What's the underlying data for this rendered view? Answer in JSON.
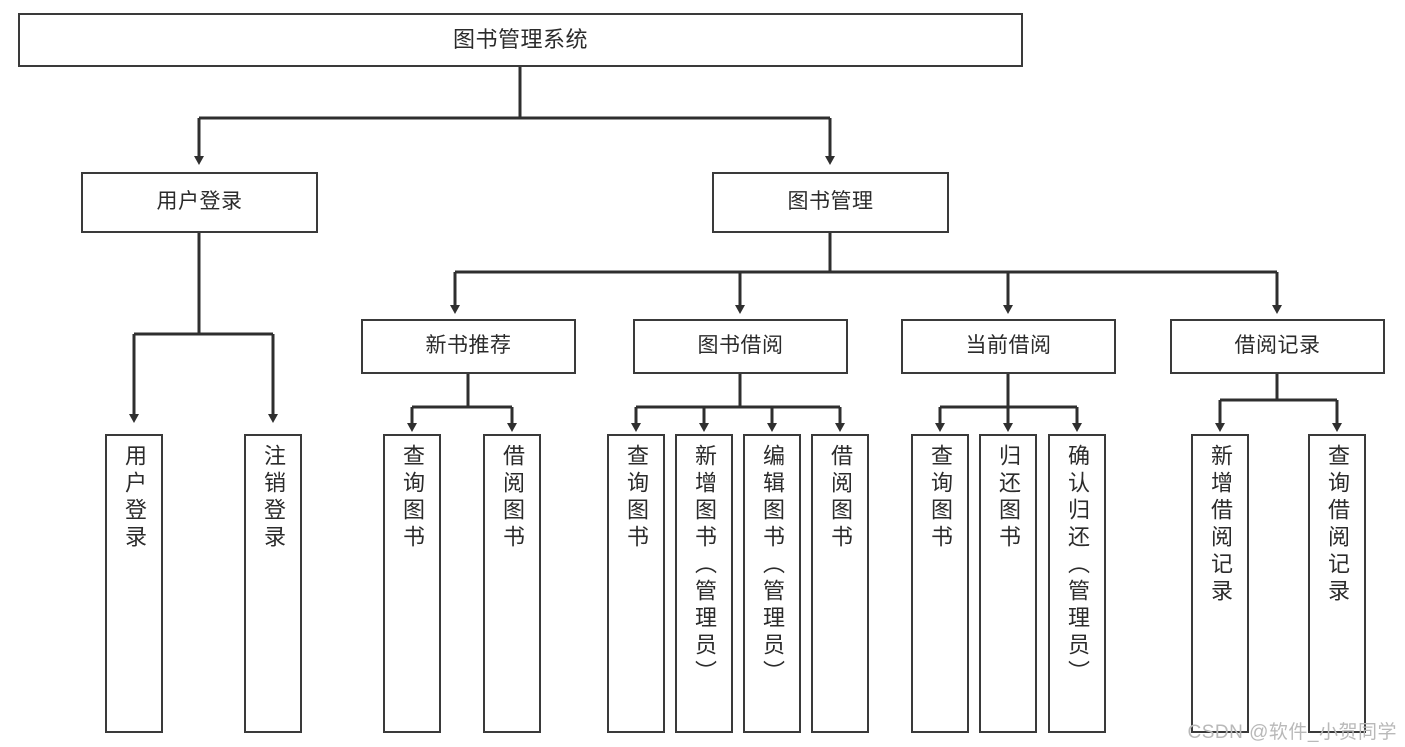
{
  "diagram": {
    "title": "图书管理系统",
    "type": "function-hierarchy-tree",
    "watermark": "CSDN @软件_小贺同学",
    "colors": {
      "background": "#ffffff",
      "box_border": "#3a3a3a",
      "box_fill": "#ffffff",
      "text": "#2b2b2b",
      "connector": "#2f2f2f",
      "watermark": "#b9b9b9"
    },
    "nodes": {
      "root": {
        "label": "图书管理系统"
      },
      "level2": [
        {
          "id": "user-login",
          "label": "用户登录"
        },
        {
          "id": "book-manage",
          "label": "图书管理"
        }
      ],
      "level3": [
        {
          "id": "new-book-recommend",
          "label": "新书推荐"
        },
        {
          "id": "book-borrow",
          "label": "图书借阅"
        },
        {
          "id": "current-borrow",
          "label": "当前借阅"
        },
        {
          "id": "borrow-record",
          "label": "借阅记录"
        }
      ],
      "leaves": {
        "user_login": [
          {
            "id": "leaf-user-login",
            "label": "用户登录"
          },
          {
            "id": "leaf-logout-login",
            "label": "注销登录"
          }
        ],
        "new_book_recommend": [
          {
            "id": "leaf-query-book-1",
            "label": "查询图书"
          },
          {
            "id": "leaf-borrow-book-1",
            "label": "借阅图书"
          }
        ],
        "book_borrow": [
          {
            "id": "leaf-query-book-2",
            "label": "查询图书"
          },
          {
            "id": "leaf-add-book",
            "label": "新增图书（管理员）"
          },
          {
            "id": "leaf-edit-book",
            "label": "编辑图书（管理员）"
          },
          {
            "id": "leaf-borrow-book-2",
            "label": "借阅图书"
          }
        ],
        "current_borrow": [
          {
            "id": "leaf-query-book-3",
            "label": "查询图书"
          },
          {
            "id": "leaf-return-book",
            "label": "归还图书"
          },
          {
            "id": "leaf-confirm-return",
            "label": "确认归还（管理员）"
          }
        ],
        "borrow_record": [
          {
            "id": "leaf-add-record",
            "label": "新增借阅记录"
          },
          {
            "id": "leaf-query-record",
            "label": "查询借阅记录"
          }
        ]
      }
    }
  }
}
